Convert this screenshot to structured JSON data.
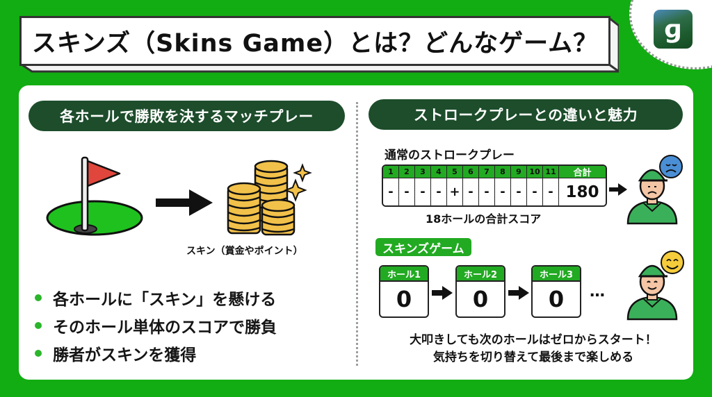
{
  "header": {
    "title": "スキンズ（Skins Game）とは？どんなゲーム？",
    "logo_glyph": "ɡ",
    "logo_icon": "site-logo-icon"
  },
  "left": {
    "heading": "各ホールで勝敗を決するマッチプレー",
    "illustration": {
      "from_icon": "golf-flag-icon",
      "arrow_icon": "arrow-right-icon",
      "to_icon": "coin-stacks-icon",
      "caption": "スキン（賞金やポイント）"
    },
    "bullets": [
      "各ホールに「スキン」を懸ける",
      "そのホール単体のスコアで勝負",
      "勝者がスキンを獲得"
    ]
  },
  "right": {
    "heading": "ストロークプレーとの違いと魅力",
    "stroke": {
      "label": "通常のストロークプレー",
      "columns": [
        "1",
        "2",
        "3",
        "4",
        "5",
        "6",
        "7",
        "8",
        "9",
        "10",
        "11"
      ],
      "values": [
        "-",
        "-",
        "-",
        "-",
        "+",
        "-",
        "-",
        "-",
        "-",
        "-",
        "-"
      ],
      "total_label": "合計",
      "total_value": "180",
      "caption": "18ホールの合計スコア",
      "mood_icon": "sad-face-icon"
    },
    "skins": {
      "label": "スキンズゲーム",
      "holes": [
        {
          "label": "ホール1",
          "value": "0"
        },
        {
          "label": "ホール2",
          "value": "0"
        },
        {
          "label": "ホール3",
          "value": "0"
        }
      ],
      "ellipsis": "…",
      "mood_icon": "happy-face-icon"
    },
    "summary": [
      "大叩きしても次のホールはゼロからスタート！",
      "気持ちを切り替えて最後まで楽しめる"
    ]
  },
  "colors": {
    "background": "#12ad12",
    "pill": "#1d4d2b",
    "accent_green": "#22aa22",
    "flag_red": "#e0463c",
    "coin_gold": "#f2c14a"
  }
}
